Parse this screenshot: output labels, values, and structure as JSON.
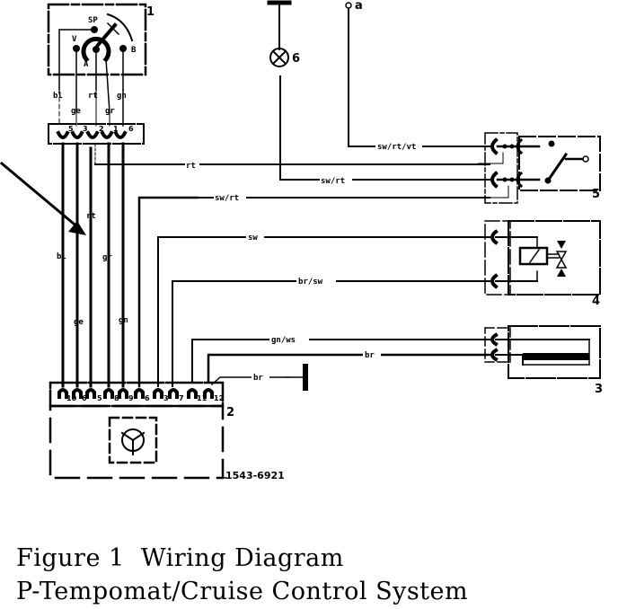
{
  "figure": {
    "caption_line1": "Figure 1  Wiring Diagram",
    "caption_line2": "P-Tempomat/Cruise Control System",
    "part_number": "1543-6921"
  },
  "components": {
    "c1": {
      "label": "1",
      "terminals": {
        "sp": "SP",
        "v": "V",
        "a": "A",
        "b": "B"
      }
    },
    "c2": {
      "label": "2",
      "pins": [
        "10",
        "6",
        "5",
        "8",
        "9",
        "6",
        "3",
        "7",
        "11",
        "12"
      ]
    },
    "c3": {
      "label": "3"
    },
    "c4": {
      "label": "4"
    },
    "c5": {
      "label": "5"
    },
    "c6": {
      "label": "6"
    },
    "terminal_a": {
      "label": "a"
    },
    "upper_connector": {
      "pins": [
        "5",
        "3",
        "2",
        "1",
        "6"
      ]
    }
  },
  "wires": {
    "c1_bl": "bl",
    "c1_rt": "rt",
    "c1_gn": "gn",
    "c1_ge": "ge",
    "c1_gr": "gr",
    "v_bl": "bl",
    "v_ge": "ge",
    "v_rt": "rt",
    "v_gr": "gr",
    "v_gn": "gn",
    "h_swrtvt": "sw/rt/vt",
    "h_rt": "rt",
    "h_swrt1": "sw/rt",
    "h_swrt2": "sw/rt",
    "h_sw": "sw",
    "h_brsw": "br/sw",
    "h_gnws": "gn/ws",
    "h_br1": "br",
    "h_br2": "br"
  }
}
